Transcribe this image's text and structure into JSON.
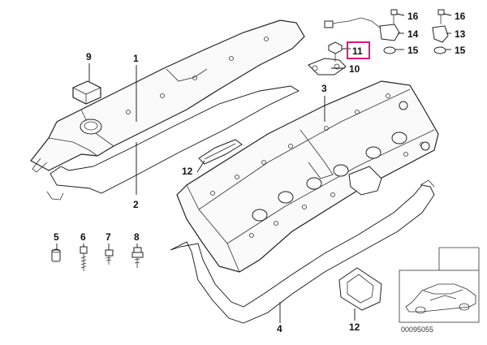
{
  "labels": {
    "p1": "1",
    "p2": "2",
    "p3": "3",
    "p4": "4",
    "p5": "5",
    "p6": "6",
    "p7": "7",
    "p8": "8",
    "p9": "9",
    "p10": "10",
    "p11": "11",
    "p12a": "12",
    "p12b": "12",
    "p13": "13",
    "p14": "14",
    "p15a": "15",
    "p15b": "15",
    "p16a": "16",
    "p16b": "16"
  },
  "reference_number": "00095055",
  "colors": {
    "highlight": "#e0147c",
    "line": "#111111"
  }
}
